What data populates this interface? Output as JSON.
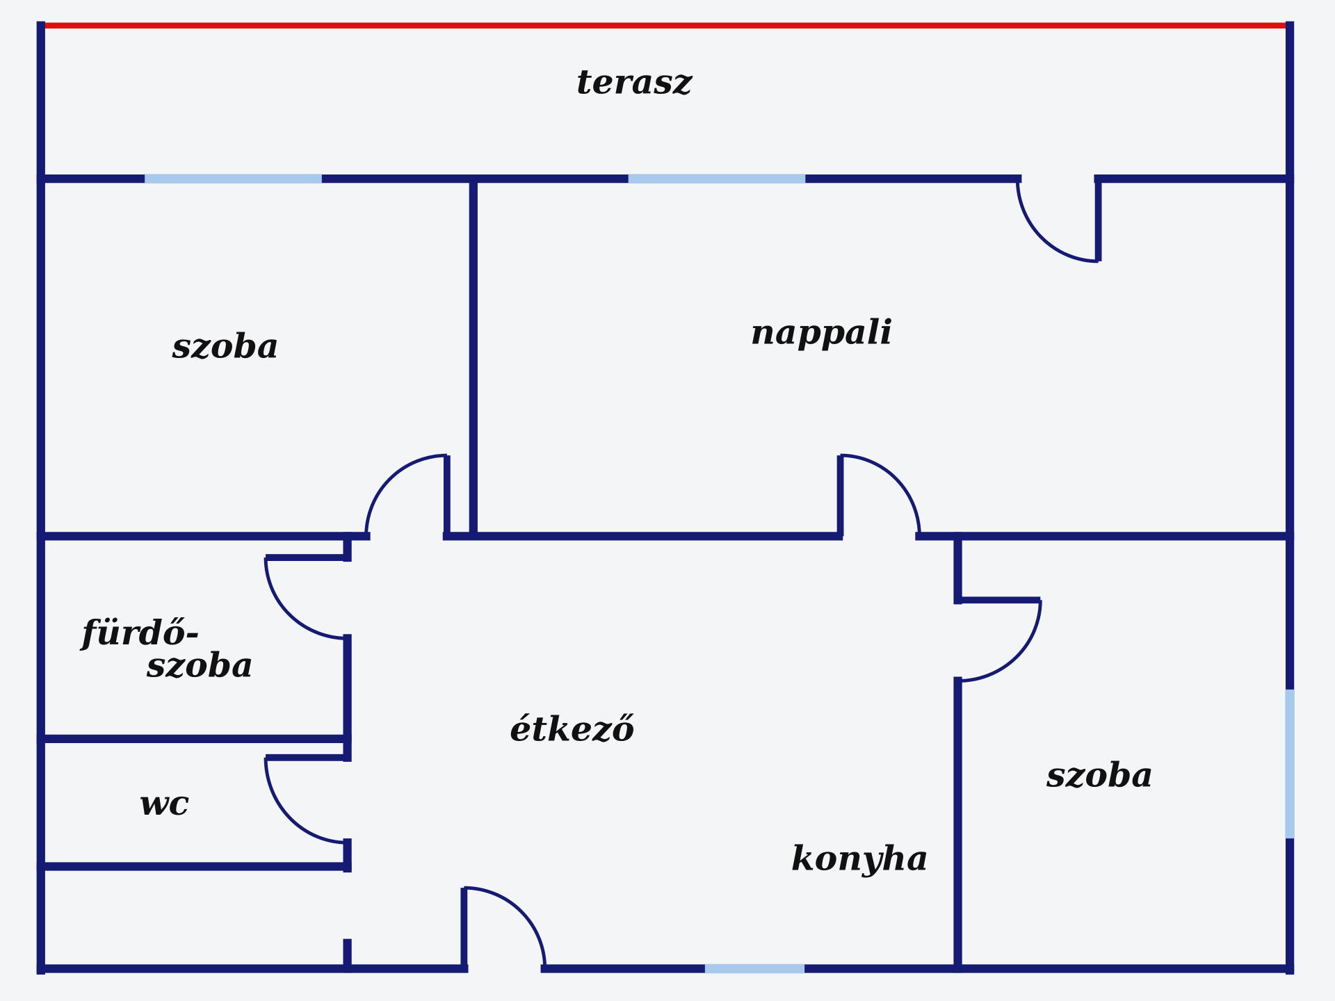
{
  "rooms": {
    "terrace": "terasz",
    "room_left": "szoba",
    "living": "nappali",
    "bath_line1": "fürdő-",
    "bath_line2": "szoba",
    "dining": "étkező",
    "wc": "wc",
    "kitchen": "konyha",
    "room_right": "szoba"
  },
  "colors": {
    "wall": "#151a72",
    "window": "#a8c8ec",
    "terrace_edge": "#e01010",
    "background": "#f4f5f7"
  }
}
